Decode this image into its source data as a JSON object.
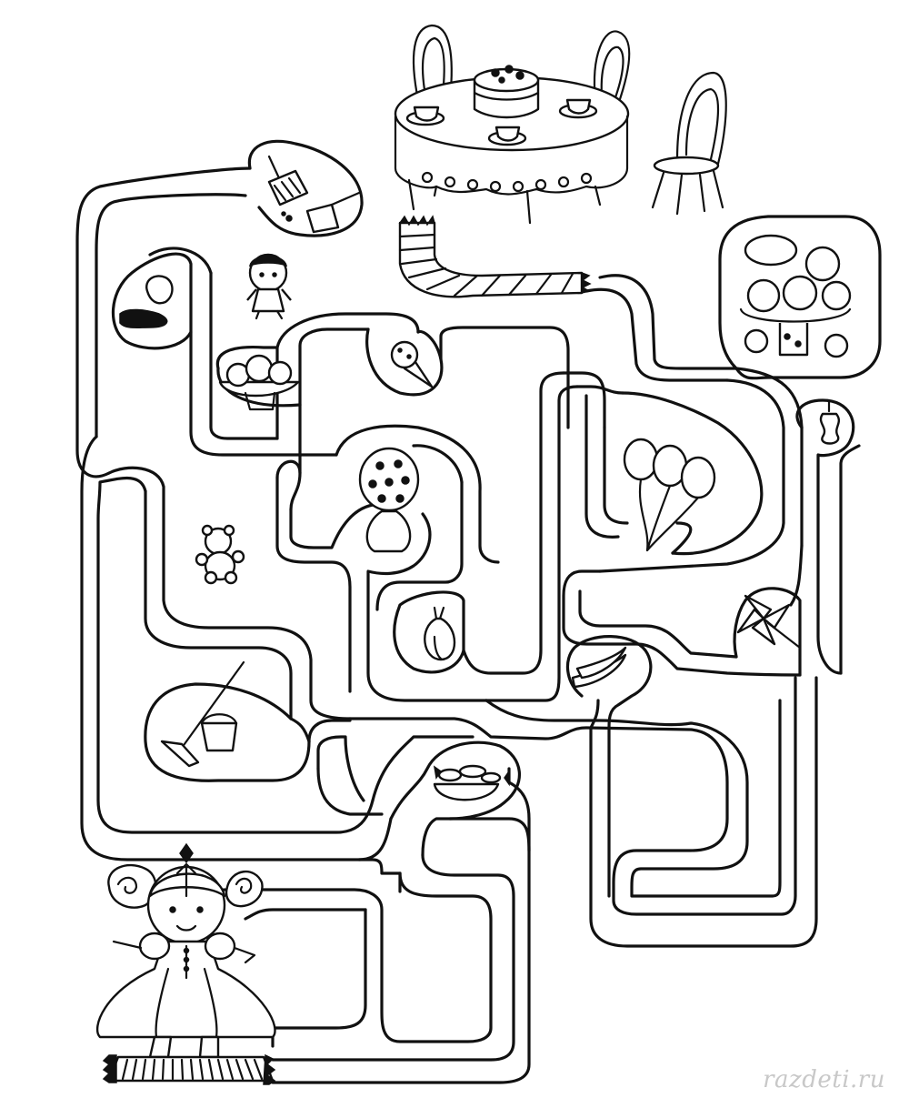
{
  "watermark": "razdeti.ru",
  "puzzle": {
    "start": "girl-on-rug",
    "goal": "tea-party-table",
    "items": [
      "broom-and-dustpan-icon",
      "spilled-cup-icon",
      "doll-icon",
      "fruit-bowl-icon",
      "ice-cream-icon",
      "flower-vase-icon",
      "balloons-icon",
      "apple-core-icon",
      "fruit-plate-icon",
      "teddy-bear-icon",
      "onion-icon",
      "pinwheel-icon",
      "bananas-icon",
      "mop-and-bucket-icon",
      "candy-bowl-icon"
    ]
  },
  "colors": {
    "ink": "#111111",
    "paper": "#ffffff",
    "watermark": "#c8c8c8"
  }
}
